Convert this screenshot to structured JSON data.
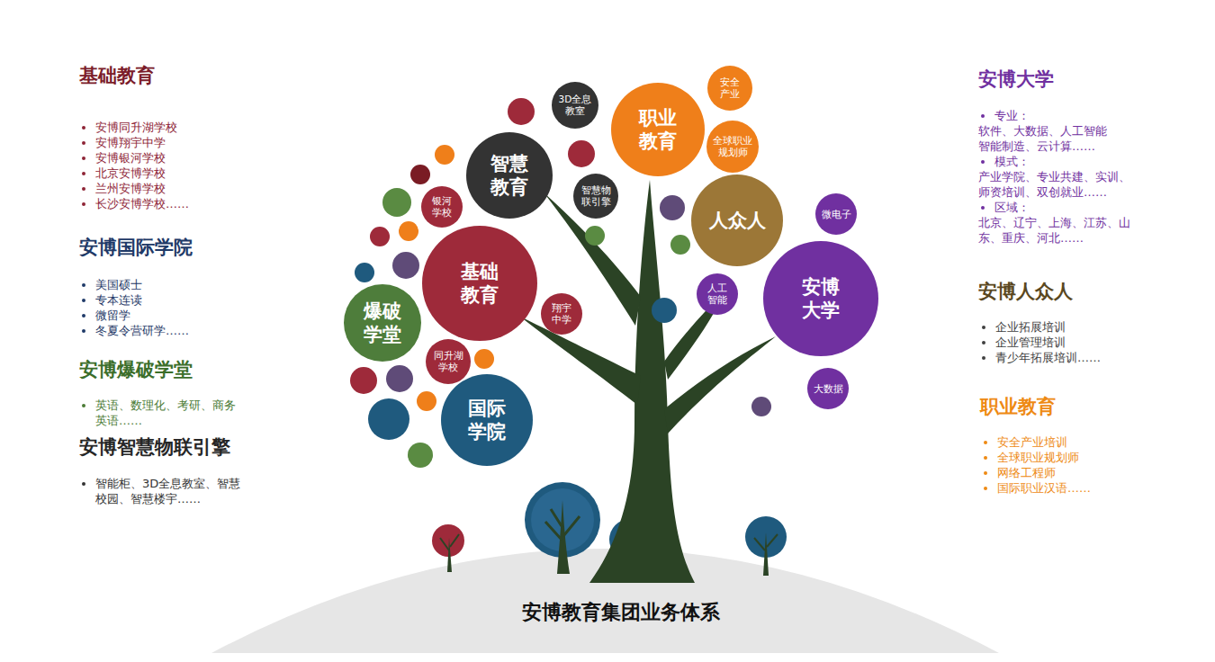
{
  "diagram": {
    "title": "安博教育集团业务体系",
    "nodes": [
      {
        "text": [
          "智慧 教育"
        ]
      },
      {
        "text": [
          "3D全息 教室"
        ]
      },
      {
        "text": [
          "职业 教育"
        ]
      },
      {
        "text": [
          "安全 产业"
        ]
      },
      {
        "text": [
          "全球职业 规划师"
        ]
      },
      {
        "text": [
          "智慧物 联引擎"
        ]
      },
      {
        "text": [
          "银河 学校"
        ]
      },
      {
        "text": [
          "人众人"
        ]
      },
      {
        "text": [
          "微电子"
        ]
      },
      {
        "text": [
          "基础 教育"
        ]
      },
      {
        "text": [
          "人工 智能"
        ]
      },
      {
        "text": [
          "安博 大学"
        ]
      },
      {
        "text": [
          "爆破 学堂"
        ]
      },
      {
        "text": [
          "翔宇 中学"
        ]
      },
      {
        "text": [
          "同升湖 学校"
        ]
      },
      {
        "text": [
          "大数据"
        ]
      },
      {
        "text": [
          "国际 学院"
        ]
      }
    ],
    "labels": [
      "基础教育",
      "安博同升湖学校",
      "安博翔宇中学",
      "安博银河学校",
      "北京安博学校",
      "兰州安博学校",
      "长沙安博学校……",
      "安博国际学院",
      "美国硕士",
      "专本连读",
      "微留学",
      "冬夏令营研学……",
      "安博爆破学堂",
      "英语、数理化、考研、商务 英语……",
      "安博智慧物联引擎",
      "智能柜、3D全息教室、智慧 校园、智慧楼宇……",
      "安博大学",
      "专业：",
      "软件、大数据、人工智能 智能制造、云计算……",
      "模式：",
      "产业学院、专业共建、实训、 师资培训、双创就业……",
      "区域：",
      "北京、辽宁、上海、江苏、山 东、重庆、河北……",
      "安博人众人",
      "企业拓展培训",
      "企业管理培训",
      "青少年拓展培训……",
      "职业教育",
      "安全产业培训",
      "全球职业规划师",
      "网络工程师",
      "国际职业汉语……"
    ]
  }
}
